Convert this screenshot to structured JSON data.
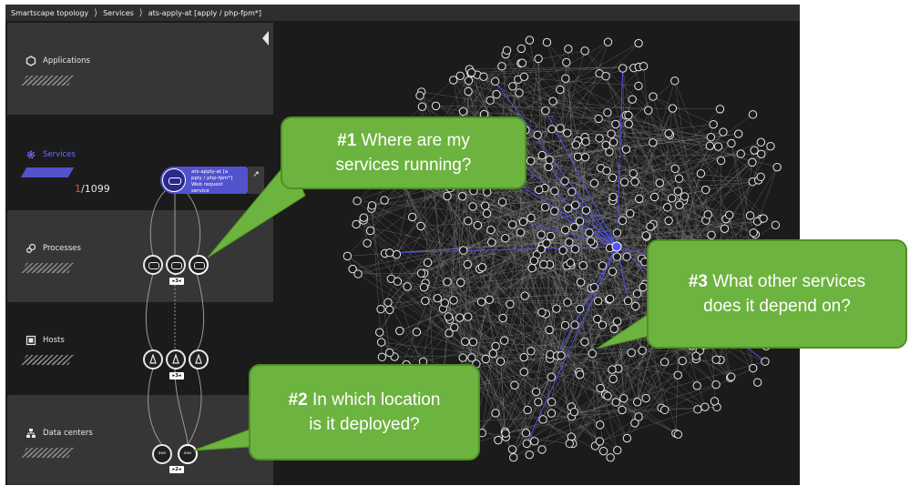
{
  "breadcrumb": {
    "items": [
      "Smartscape topology",
      "Services",
      "ats-apply-at [apply / php-fpm*]"
    ],
    "separator": "⟩"
  },
  "sidebar": {
    "layers": [
      {
        "label": "Applications",
        "icon": "hexagon-icon"
      },
      {
        "label": "Services",
        "icon": "gear-icon",
        "count_selected": "1",
        "count_total": "/1099"
      },
      {
        "label": "Processes",
        "icon": "processes-icon"
      },
      {
        "label": "Hosts",
        "icon": "host-icon"
      },
      {
        "label": "Data centers",
        "icon": "datacenter-icon"
      }
    ]
  },
  "service_card": {
    "name_line1": "ats-apply-at [a",
    "name_line2": "pply / php-fpm*]",
    "type": "Web request service"
  },
  "topology": {
    "process_nodes": 3,
    "host_nodes": 3,
    "datacenter_labels": [
      "aws",
      "aws"
    ],
    "badge_label": "▸3◂",
    "badge_label_dc": "▸2◂"
  },
  "callouts": [
    {
      "number": "#1",
      "line1": "Where are my",
      "line2": "services running?"
    },
    {
      "number": "#2",
      "line1": "In which location",
      "line2": "is it deployed?"
    },
    {
      "number": "#3",
      "line1": "What other services",
      "line2": "does it depend on?"
    }
  ],
  "colors": {
    "accent": "#5252cc",
    "callout_green": "#6db33f",
    "highlight_red": "#e05050",
    "app_bg": "#1b1b1b"
  }
}
